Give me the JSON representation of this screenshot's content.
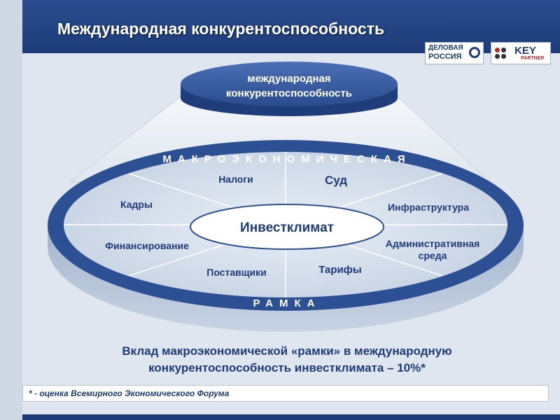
{
  "title": "Международная конкурентоспособность",
  "logos": {
    "delovaya_line1": "ДЕЛОВАЯ",
    "delovaya_line2": "РОССИЯ",
    "key_main": "KEY",
    "key_sub": "PARTNER"
  },
  "top_node": {
    "line1": "международная",
    "line2": "конкурентоспособность"
  },
  "ring": {
    "top_label": "МАКРОЭКОНОМИЧЕСКАЯ",
    "bottom_label": "РАМКА"
  },
  "center": "Инвестклимат",
  "sectors": {
    "nalogi": "Налоги",
    "sud": "Суд",
    "kadry": "Кадры",
    "infrastruktura": "Инфраструктура",
    "finansirovanie": "Финансирование",
    "admin_line1": "Административная",
    "admin_line2": "среда",
    "postavshiki": "Поставщики",
    "tarify": "Тарифы"
  },
  "summary": {
    "line1": "Вклад макроэкономической «рамки» в международную",
    "line2": "конкурентоспособность инвестклимата – 10%*"
  },
  "footnote": "* - оценка Всемирного Экономического Форума",
  "colors": {
    "brand_blue": "#1d3b78",
    "ring_blue": "#2d4f93",
    "disc_fill": "#d2dcea",
    "center_fill": "#ffffff"
  }
}
